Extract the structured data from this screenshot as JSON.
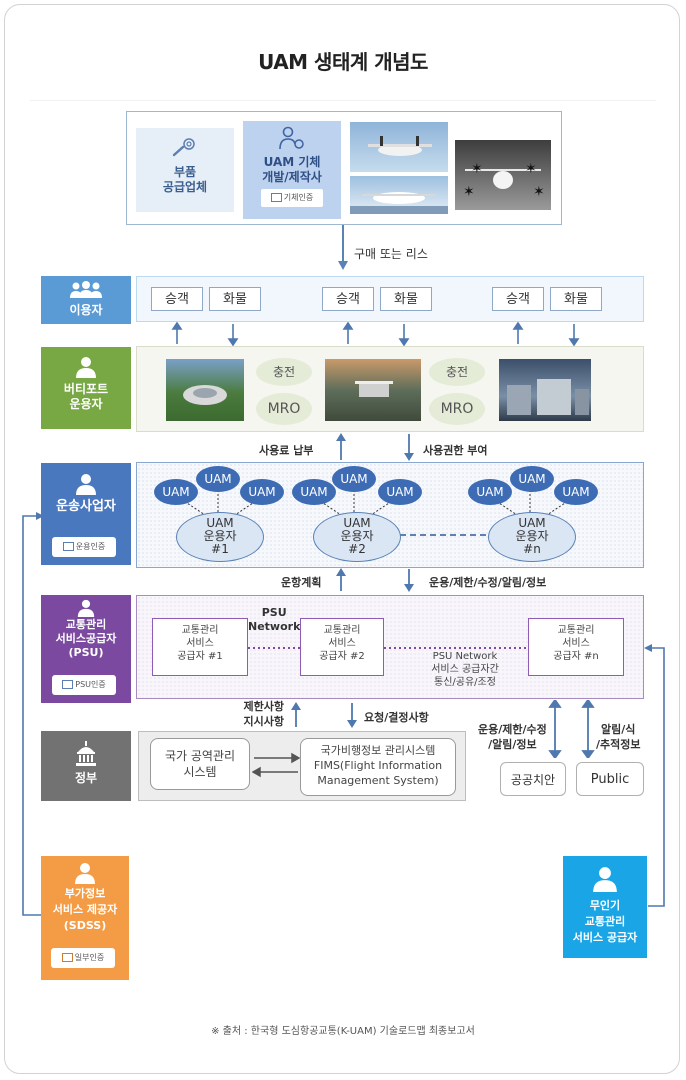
{
  "title": "UAM 생태계 개념도",
  "footer": "※ 출처 : 한국형 도심항공교통(K-UAM) 기술로드맵 최종보고서",
  "manufacturing": {
    "parts_supplier": "부품\n공급업체",
    "uam_maker": "UAM 기체\n개발/제작사",
    "airframe_cert": "기체인증"
  },
  "purchase_label": "구매 또는 리스",
  "users_row": {
    "label": "이용자",
    "passenger": "승객",
    "cargo": "화물"
  },
  "vertiport_row": {
    "label": "버티포트\n운용자",
    "charging": "충전",
    "mro": "MRO"
  },
  "fee_payment": "사용료 납부",
  "usage_rights": "사용권한 부여",
  "operator_row": {
    "label": "운송사업자",
    "cert": "운용인증",
    "uam": "UAM",
    "operator_1": "UAM\n운용자\n#1",
    "operator_2": "UAM\n운용자\n#2",
    "operator_n": "UAM\n운용자\n#n"
  },
  "operation_plan": "운항계획",
  "operation_info": "운용/제한/수정/알림/정보",
  "psu_row": {
    "label": "교통관리\n서비스공급자\n(PSU)",
    "cert": "PSU인증",
    "network_label": "PSU\nNetwork",
    "psu_1": "교통관리\n서비스\n공급자 #1",
    "psu_2": "교통관리\n서비스\n공급자 #2",
    "psu_n": "교통관리\n서비스\n공급자 #n",
    "network_note": "PSU Network\n서비스 공급자간\n통신/공유/조정"
  },
  "restriction_instructions": "제한사항\n지시사항",
  "request_decision": "요청/결정사항",
  "right_info_1": "운용/제한/수정\n/알림/정보",
  "right_info_2": "알림/식\n/추적정보",
  "gov_row": {
    "label": "정부",
    "national_airspace": "국가 공역관리\n시스템",
    "fims": "국가비행정보 관리시스템\nFIMS(Flight Information\nManagement System)"
  },
  "public_security": "공공치안",
  "public": "Public",
  "sdss": {
    "label": "부가정보\n서비스 제공자\n(SDSS)",
    "cert": "일부인증"
  },
  "drone_utm": {
    "label": "무인기\n교통관리\n서비스 공급자"
  },
  "colors": {
    "users": "#5b9bd5",
    "vertiport": "#77a843",
    "operator": "#4a78be",
    "psu": "#7b4aa0",
    "gov": "#727272",
    "sdss": "#f39c45",
    "drone": "#1aa5e6"
  }
}
